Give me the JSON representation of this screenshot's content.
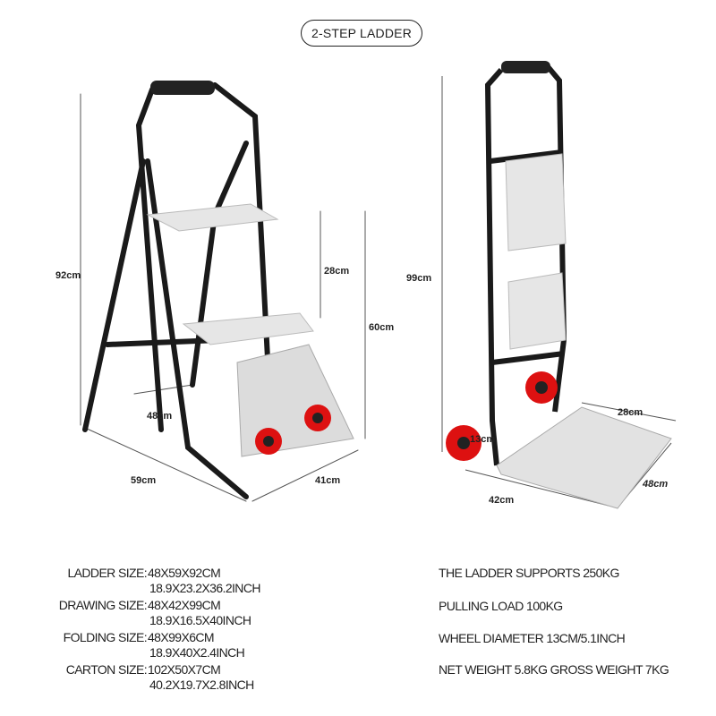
{
  "title": "2-STEP LADDER",
  "ladder_dims": {
    "height": "92cm",
    "step_gap": "28cm",
    "platform_height": "60cm",
    "width": "48cm",
    "depth": "59cm",
    "side": "41cm"
  },
  "trolley_dims": {
    "height": "99cm",
    "plate_depth": "28cm",
    "wheel": "13cm",
    "width": "42cm",
    "length": "48cm"
  },
  "specs_left": [
    {
      "label": "LADDER SIZE:",
      "cm": "48X59X92CM",
      "inch": "18.9X23.2X36.2INCH"
    },
    {
      "label": "DRAWING SIZE:",
      "cm": "48X42X99CM",
      "inch": "18.9X16.5X40INCH"
    },
    {
      "label": "FOLDING SIZE:",
      "cm": "48X99X6CM",
      "inch": "18.9X40X2.4INCH"
    },
    {
      "label": "CARTON SIZE:",
      "cm": "102X50X7CM",
      "inch": "40.2X19.7X2.8INCH"
    }
  ],
  "specs_right": [
    "THE LADDER SUPPORTS 250KG",
    "PULLING LOAD 100KG",
    "WHEEL DIAMETER 13CM/5.1INCH",
    "NET WEIGHT 5.8KG GROSS WEIGHT 7KG"
  ]
}
